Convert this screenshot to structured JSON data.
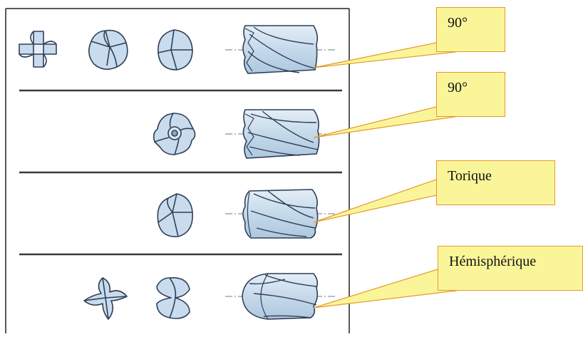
{
  "callouts": [
    {
      "label": "90°"
    },
    {
      "label": "90°"
    },
    {
      "label": "Torique"
    },
    {
      "label": "Hémisphérique"
    }
  ],
  "colors": {
    "tool_fill": "#c9dced",
    "tool_stroke": "#2f3f58",
    "callout_fill": "#fbf59a",
    "callout_border": "#e39a2b",
    "divider": "#3a3a3a",
    "frame": "#222222"
  }
}
